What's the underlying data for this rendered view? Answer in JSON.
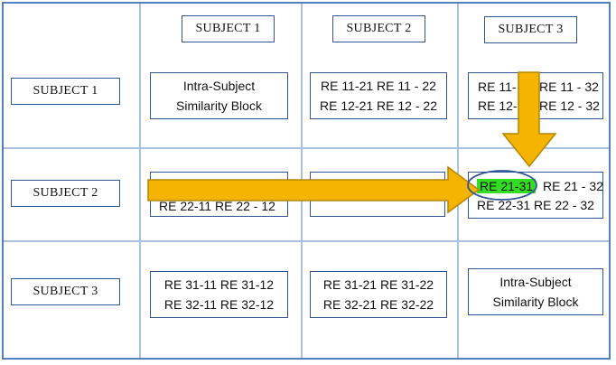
{
  "columns": [
    "SUBJECT 1",
    "SUBJECT 2",
    "SUBJECT 3"
  ],
  "rows": [
    "SUBJECT 1",
    "SUBJECT 2",
    "SUBJECT 3"
  ],
  "cells": {
    "r1c1": [
      "Intra-Subject",
      "Similarity Block"
    ],
    "r1c2": [
      "RE 11-21 RE 11 - 22",
      "RE 12-21 RE 12 - 22"
    ],
    "r1c3": [
      "RE 11-",
      "RE 11 - 32",
      "RE 12-",
      "RE 12 - 32"
    ],
    "r2c1": [
      "RE 22-11 RE 22 - 12"
    ],
    "r2c3": [
      "RE 21-31",
      "RE 21 - 32",
      "RE 22-31 RE 22 - 32"
    ],
    "r3c1": [
      "RE 31-11 RE 31-12",
      "RE 32-11 RE 32-12"
    ],
    "r3c2": [
      "RE 31-21 RE 31-22",
      "RE 32-21 RE 32-22"
    ],
    "r3c3": [
      "Intra-Subject",
      "Similarity Block"
    ]
  },
  "colors": {
    "grid": "#a8c1e0",
    "box_border": "#2f5597",
    "arrow_fill": "#f5b400",
    "arrow_stroke": "#b38600",
    "highlight": "#33dd22",
    "ellipse": "#2f5597"
  }
}
